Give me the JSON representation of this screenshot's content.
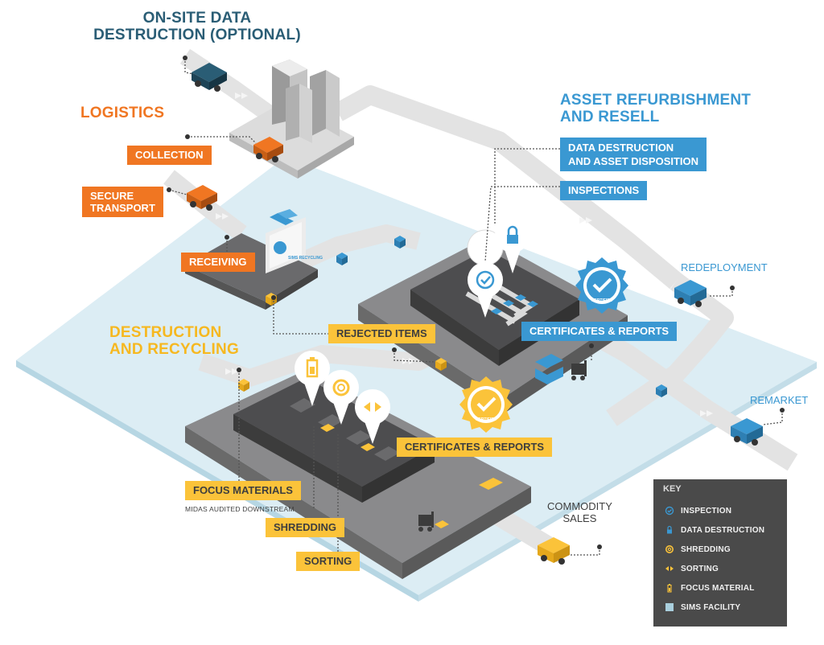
{
  "titles": {
    "onsite": [
      "ON-SITE DATA",
      "DESTRUCTION (OPTIONAL)"
    ],
    "logistics": "LOGISTICS",
    "asset": [
      "ASSET REFURBISHMENT",
      "AND RESELL"
    ],
    "destruction": [
      "DESTRUCTION",
      "AND RECYCLING"
    ]
  },
  "tags": {
    "collection": "COLLECTION",
    "secure_transport": [
      "SECURE",
      "TRANSPORT"
    ],
    "receiving": "RECEIVING",
    "data_destruction_disposition": [
      "DATA DESTRUCTION",
      "AND ASSET DISPOSITION"
    ],
    "inspections": "INSPECTIONS",
    "certificates_blue": "CERTIFICATES & REPORTS",
    "rejected_items": "REJECTED ITEMS",
    "certificates_yellow": "CERTIFICATES & REPORTS",
    "focus_materials": "FOCUS MATERIALS",
    "midas": "MIDAS AUDITED DOWNSTREAM",
    "shredding": "SHREDDING",
    "sorting": "SORTING"
  },
  "outputs": {
    "redeployment": "REDEPLOYMENT",
    "remarket": "REMARKET",
    "commodity_sales": [
      "COMMODITY",
      "SALES"
    ]
  },
  "billboard_text": "SIMS RECYCLING",
  "seal_text": "CERTIFIED",
  "key": {
    "title": "KEY",
    "items": [
      {
        "label": "INSPECTION",
        "icon": "check-circle-icon"
      },
      {
        "label": "DATA DESTRUCTION",
        "icon": "lock-icon"
      },
      {
        "label": "SHREDDING",
        "icon": "shredding-icon"
      },
      {
        "label": "SORTING",
        "icon": "sorting-arrows-icon"
      },
      {
        "label": "FOCUS MATERIAL",
        "icon": "battery-icon"
      },
      {
        "label": "SIMS FACILITY",
        "icon": "square-swatch-icon"
      }
    ]
  },
  "colors": {
    "orange": "#f07622",
    "blue": "#3a98d2",
    "yellow": "#fbc33a",
    "teal": "#2a5d75",
    "platform": "#dcedf4",
    "dark_building": "#4d4d4f",
    "road": "#e3e3e3"
  }
}
